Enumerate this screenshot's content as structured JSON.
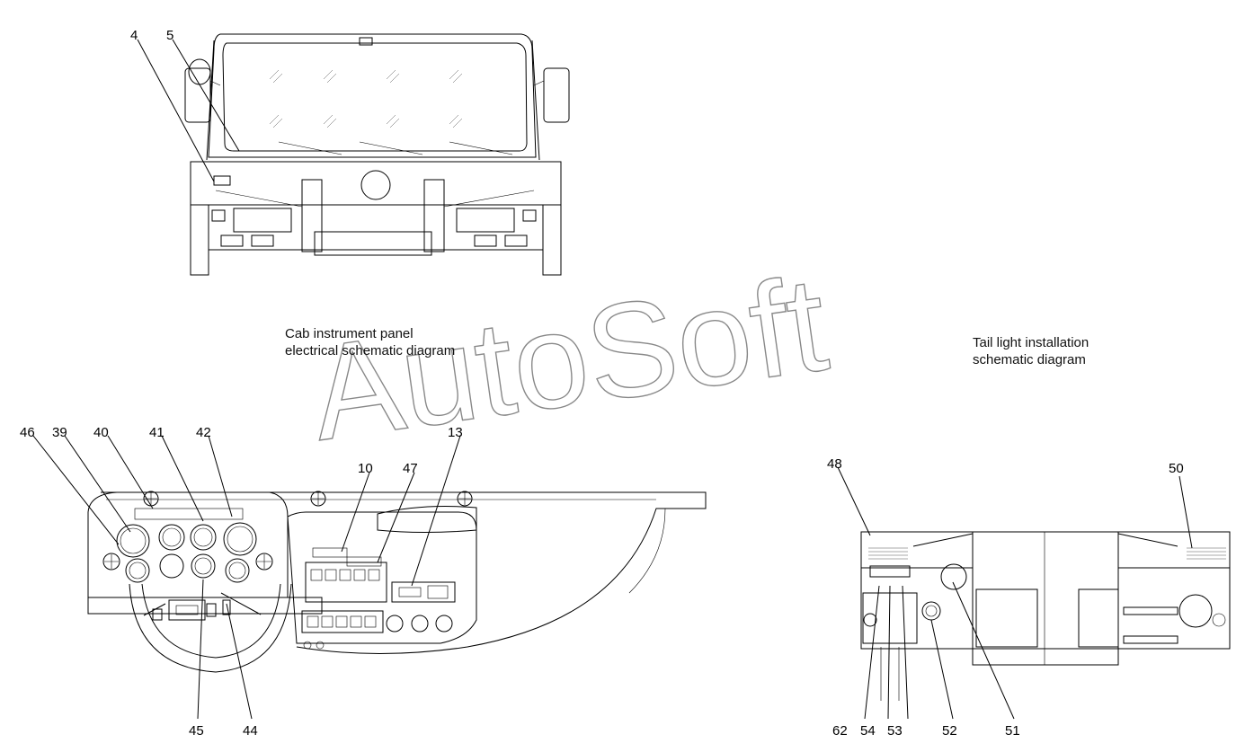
{
  "captions": {
    "instrument_panel": [
      "Cab instrument panel",
      "electrical schematic diagram"
    ],
    "tail_light": [
      "Tail light installation",
      "schematic diagram"
    ]
  },
  "watermark": "AutoSoft",
  "callouts": {
    "cab_front": [
      "4",
      "5"
    ],
    "dashboard": [
      "46",
      "39",
      "40",
      "41",
      "42",
      "10",
      "47",
      "13",
      "45",
      "44"
    ],
    "tail": [
      "48",
      "50",
      "62",
      "54",
      "53",
      "52",
      "51"
    ]
  }
}
